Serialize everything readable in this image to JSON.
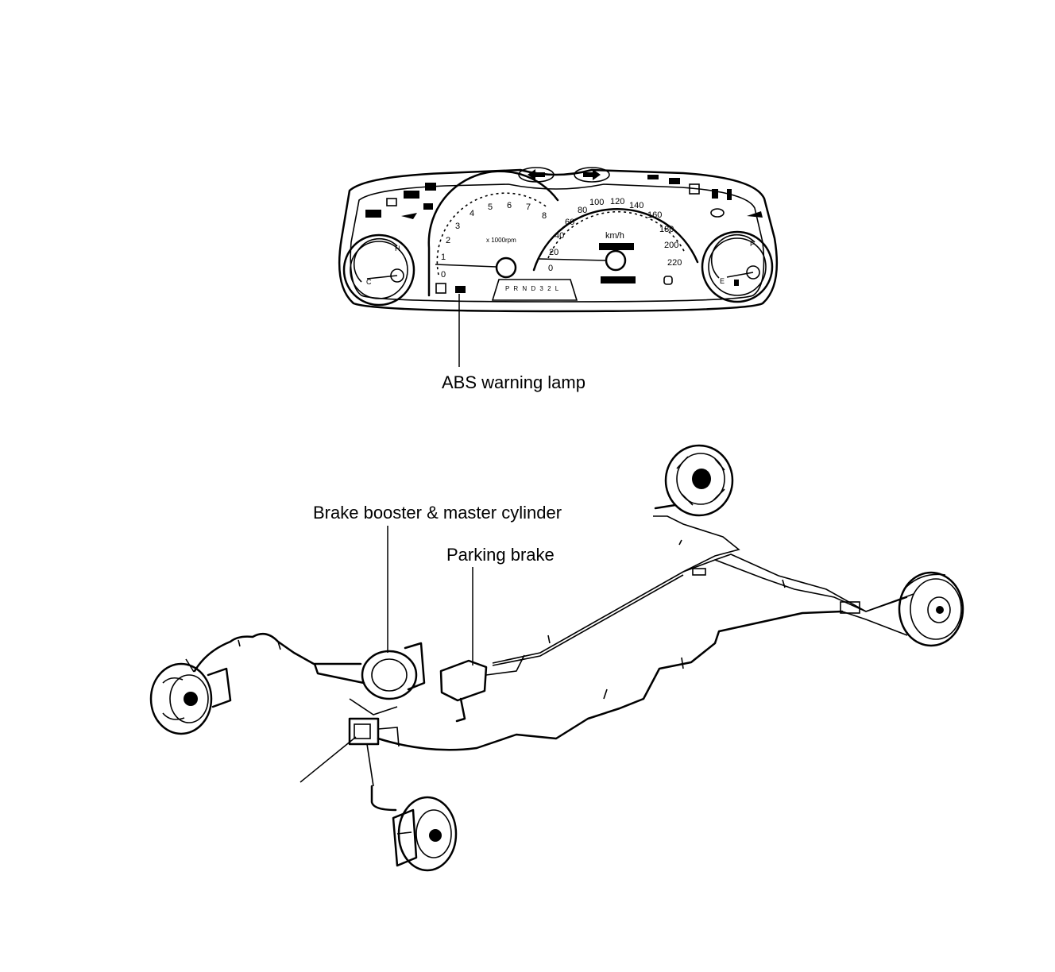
{
  "cluster": {
    "tach_scale": [
      "0",
      "1",
      "2",
      "3",
      "4",
      "5",
      "6",
      "7",
      "8"
    ],
    "tach_unit": "x 1000rpm",
    "speed_scale": [
      "0",
      "20",
      "40",
      "60",
      "80",
      "100",
      "120",
      "140",
      "160",
      "180",
      "200",
      "220"
    ],
    "speed_unit": "km/h",
    "temp_high": "H",
    "temp_low": "C",
    "fuel_full": "F",
    "fuel_empty": "E",
    "gear_positions": "P R N D 3 2 L"
  },
  "labels": {
    "abs_warning_lamp": "ABS warning lamp",
    "brake_booster": "Brake booster & master cylinder",
    "parking_brake": "Parking brake"
  }
}
